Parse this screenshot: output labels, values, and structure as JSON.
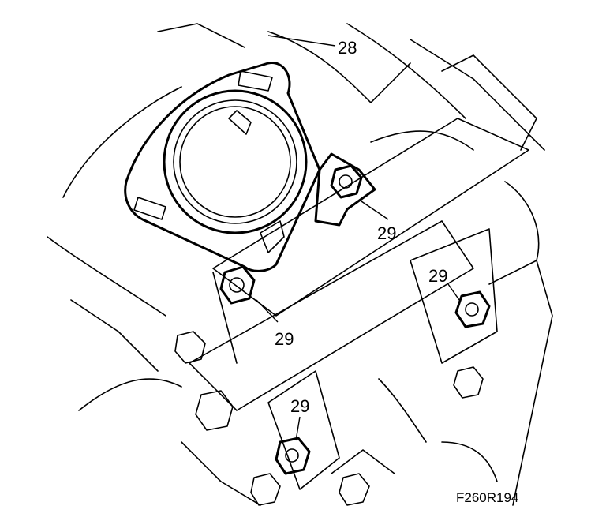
{
  "callouts": {
    "part_28": "28",
    "nut_upper_right": "29",
    "nut_right": "29",
    "nut_left": "29",
    "nut_lower": "29"
  },
  "figure_code": "F260R194"
}
